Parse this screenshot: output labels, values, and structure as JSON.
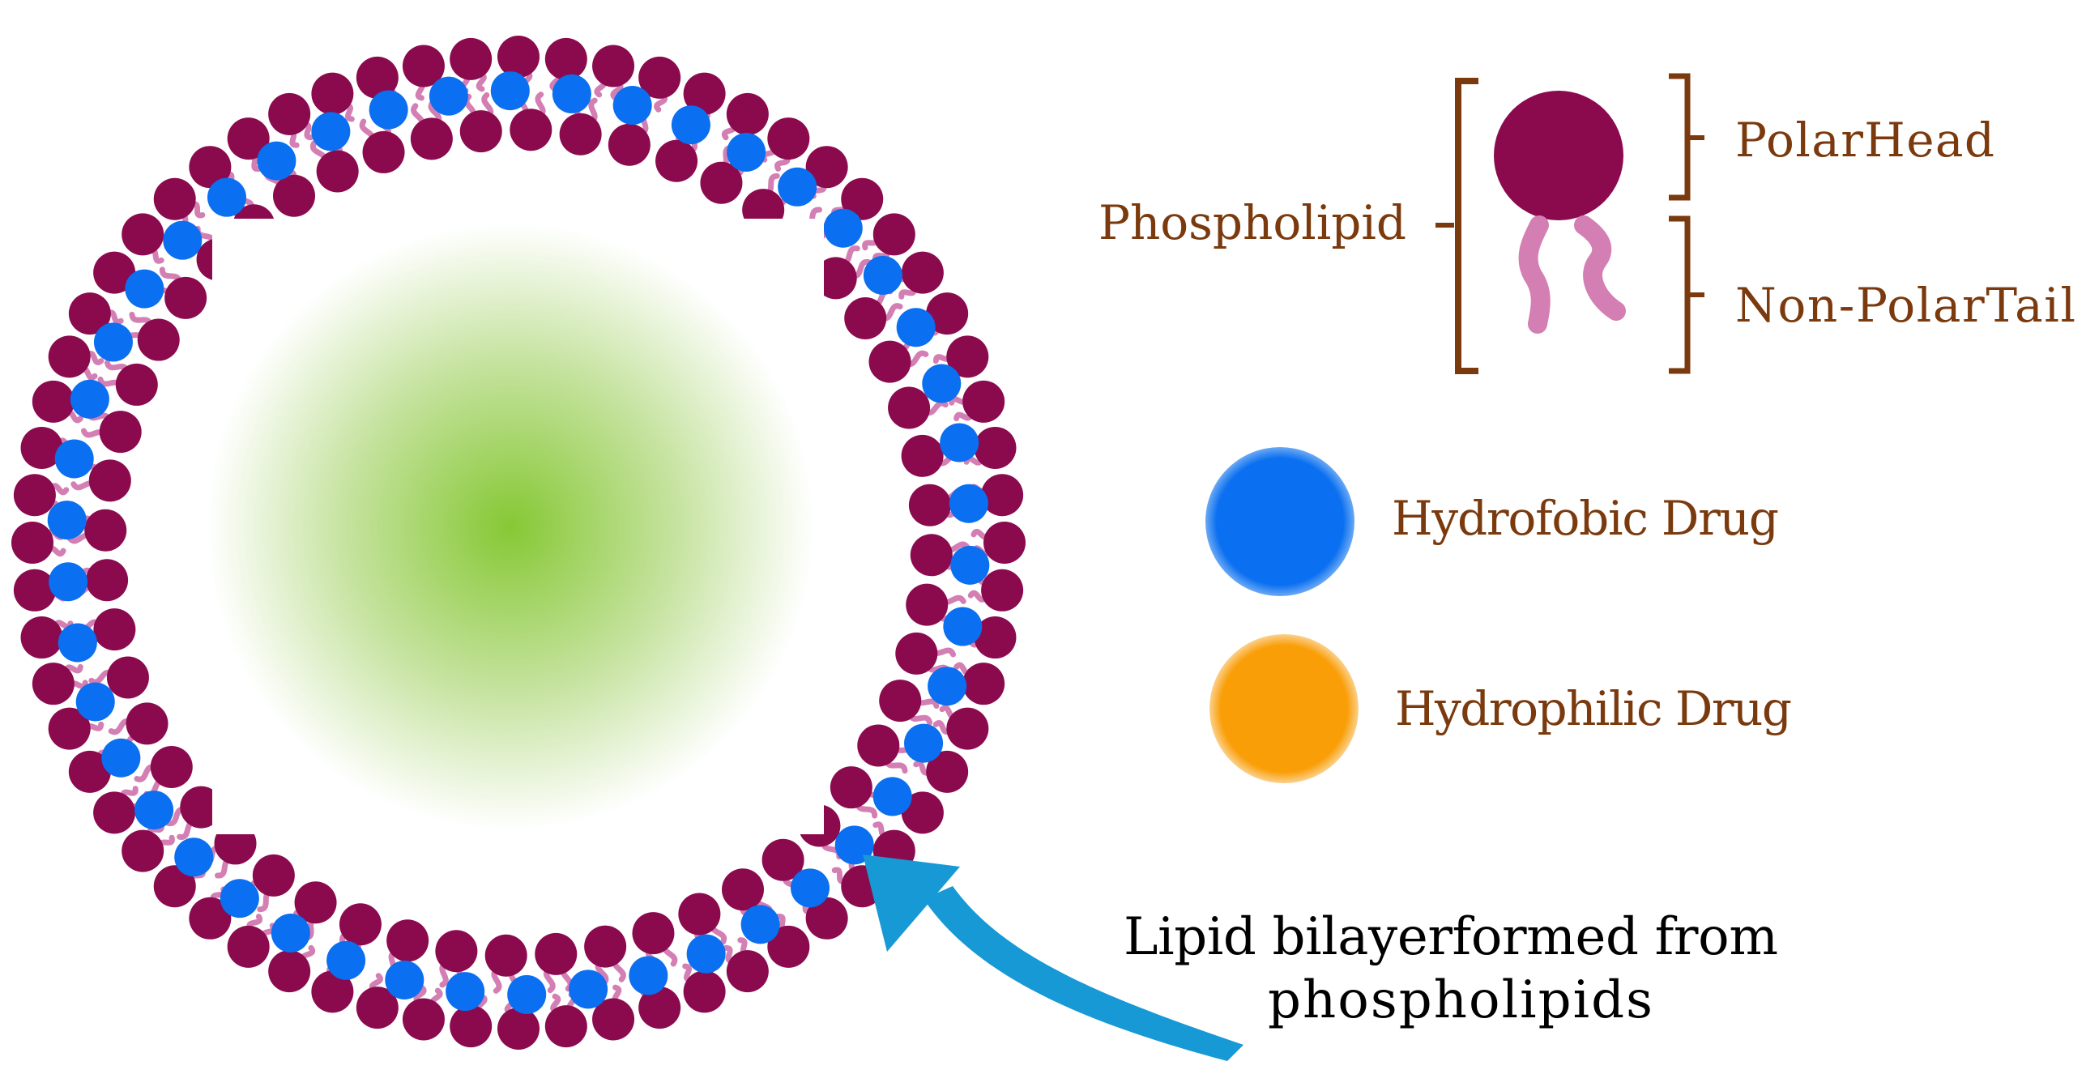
{
  "legend": {
    "phospholipid_label": "Phospholipid",
    "polar_head_label": "PolarHead",
    "non_polar_tail_label": "Non-PolarTail",
    "hydrophobic_drug_label": "Hydrofobic Drug",
    "hydrophilic_drug_label": "Hydrophilic Drug"
  },
  "annotation": {
    "line1": "Lipid bilayerformed from",
    "line2": "phospholipids"
  },
  "colors": {
    "head": "#8b0a4e",
    "tail": "#d47fb4",
    "hydrophobic_drug": "#0a6ff0",
    "hydrophilic_drug": "#fa9e08",
    "core": "#86c835",
    "label": "#7a3a0e",
    "arrow": "#1799d6",
    "annotation_text": "#000000"
  }
}
